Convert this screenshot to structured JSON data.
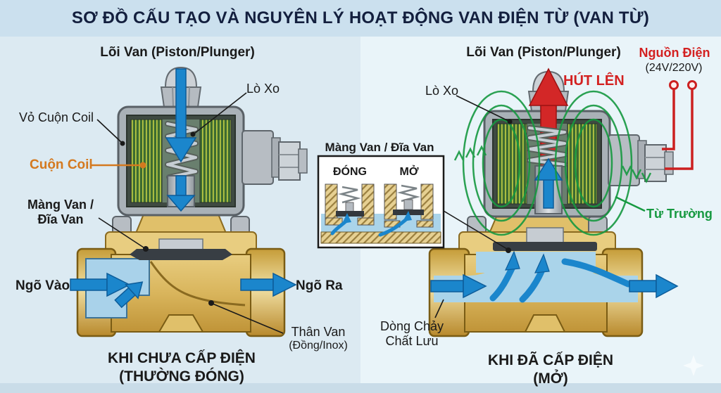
{
  "title": "SƠ ĐỒ CẤU TẠO VÀ NGUYÊN LÝ HOẠT ĐỘNG VAN ĐIỆN TỪ (VAN TỪ)",
  "left_panel": {
    "plunger_label": "Lõi Van (Piston/Plunger)",
    "spring_label": "Lò Xo",
    "coil_cover_label": "Vỏ Cuộn Coil",
    "coil_label": "Cuộn Coil",
    "diaphragm_label_line1": "Màng Van /",
    "diaphragm_label_line2": "Đĩa Van",
    "inlet_label": "Ngõ Vào",
    "outlet_label": "Ngõ Ra",
    "body_label_line1": "Thân Van",
    "body_label_line2": "(Đồng/Inox)",
    "caption_line1": "KHI CHƯA CẤP ĐIỆN",
    "caption_line2": "(THƯỜNG ĐÓNG)"
  },
  "right_panel": {
    "plunger_label": "Lõi Van (Piston/Plunger)",
    "pull_up_label": "HÚT LÊN",
    "power_label": "Nguồn Điện",
    "power_voltage": "(24V/220V)",
    "spring_label": "Lò Xo",
    "magnetic_field_label": "Từ Trường",
    "flow_label_line1": "Dòng Chảy",
    "flow_label_line2": "Chất Lưu",
    "caption_line1": "KHI ĐÃ CẤP ĐIỆN",
    "caption_line2": "(MỞ)"
  },
  "inset": {
    "title": "Màng Van / Đĩa Van",
    "closed_label": "ĐÓNG",
    "open_label": "MỞ"
  },
  "colors": {
    "title_navy": "#131f3e",
    "accent_orange": "#d4791f",
    "accent_red": "#d32020",
    "field_green": "#169940",
    "arrow_blue": "#1b86cc",
    "water_blue": "#aad4ea",
    "brass": "#dcba62"
  }
}
